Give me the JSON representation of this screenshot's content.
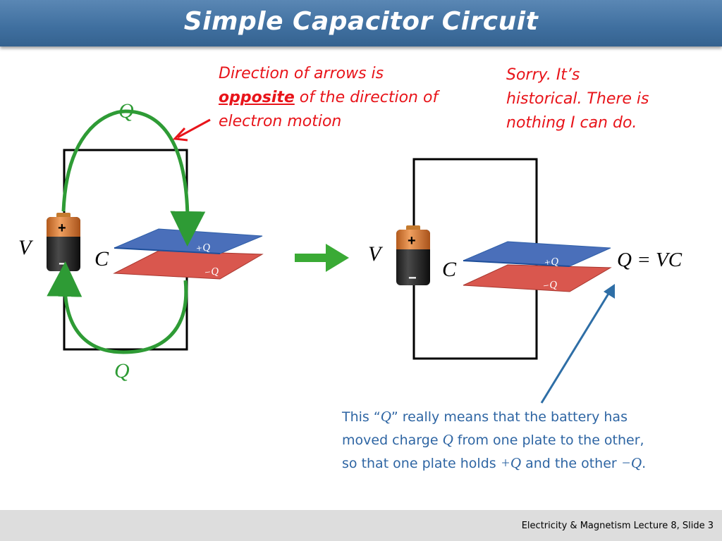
{
  "slide": {
    "title": "Simple Capacitor Circuit",
    "footer": "Electricity & Magnetism  Lecture 8, Slide 3"
  },
  "annotations": {
    "arrow_note": {
      "line1": "Direction of arrows is",
      "emphasis": "opposite",
      "line2_rest": " of the direction of",
      "line3": "electron motion"
    },
    "apology": {
      "line1": "Sorry.  It’s",
      "line2": "historical. There is",
      "line3": "nothing I can do."
    },
    "explanation": {
      "part1": "This “",
      "q1": "Q",
      "part2": "” really means that the battery has",
      "part3": "moved charge ",
      "q2": "Q",
      "part4": " from one plate to the other,",
      "part5": "so that one plate holds ",
      "q3": "+Q",
      "part6": " and the other ",
      "q4": "−Q",
      "part7": "."
    }
  },
  "left_circuit": {
    "voltage_label": "V",
    "capacitor_label": "C",
    "charge_top": "Q",
    "charge_bottom": "Q",
    "plate_top": "+Q",
    "plate_bottom": "−Q",
    "battery_plus": "+",
    "battery_minus": "−"
  },
  "right_circuit": {
    "voltage_label": "V",
    "capacitor_label": "C",
    "equation": "Q = VC",
    "plate_top": "+Q",
    "plate_bottom": "−Q",
    "battery_plus": "+",
    "battery_minus": "−"
  },
  "colors": {
    "title_bar": "#3f6f9f",
    "note_red": "#e8141a",
    "caption_blue": "#2e65a3",
    "current_green": "#2e9b35",
    "plate_positive": "#4a6fba",
    "plate_negative": "#d9574e",
    "battery_orange": "#d9772b"
  }
}
